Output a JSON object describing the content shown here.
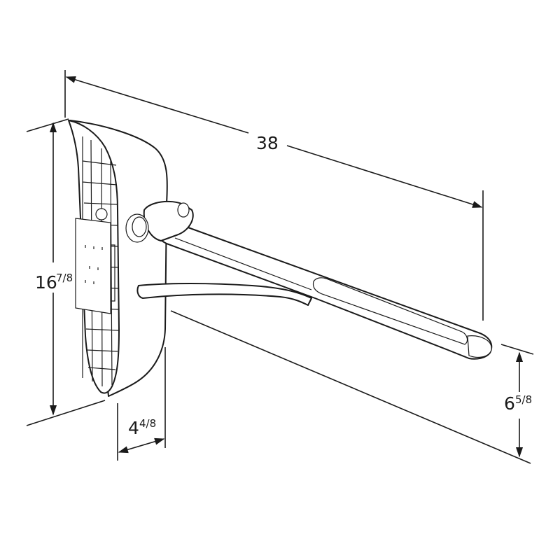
{
  "dimensions": {
    "length": {
      "value": "38"
    },
    "height": {
      "whole": "16",
      "fraction": "7/8"
    },
    "depth": {
      "whole": "4",
      "fraction": "4/8"
    },
    "bar_height": {
      "whole": "6",
      "fraction": "5/8"
    }
  },
  "colors": {
    "line": "#1a1a1a",
    "background": "#ffffff"
  }
}
